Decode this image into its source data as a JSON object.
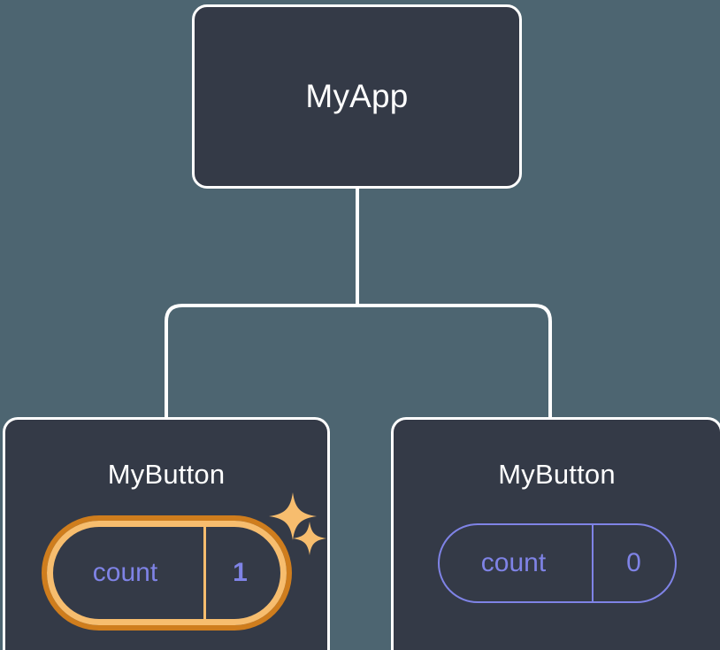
{
  "diagram": {
    "type": "component-tree",
    "title": "React component tree with state update highlight",
    "background_color": "#4d6571",
    "node_fill_color": "#343a47",
    "node_border_color": "#ffffff",
    "connector_color": "#ffffff",
    "accent_highlight_outer": "#cf7d1d",
    "accent_highlight_inner": "#f7bd6e",
    "state_text_color": "#7f83e6"
  },
  "root": {
    "label": "MyApp"
  },
  "children": [
    {
      "label": "MyButton",
      "highlighted": true,
      "state": {
        "key": "count",
        "value": "1"
      },
      "sparkles": [
        {
          "name": "sparkle-large"
        },
        {
          "name": "sparkle-small"
        }
      ]
    },
    {
      "label": "MyButton",
      "highlighted": false,
      "state": {
        "key": "count",
        "value": "0"
      }
    }
  ]
}
